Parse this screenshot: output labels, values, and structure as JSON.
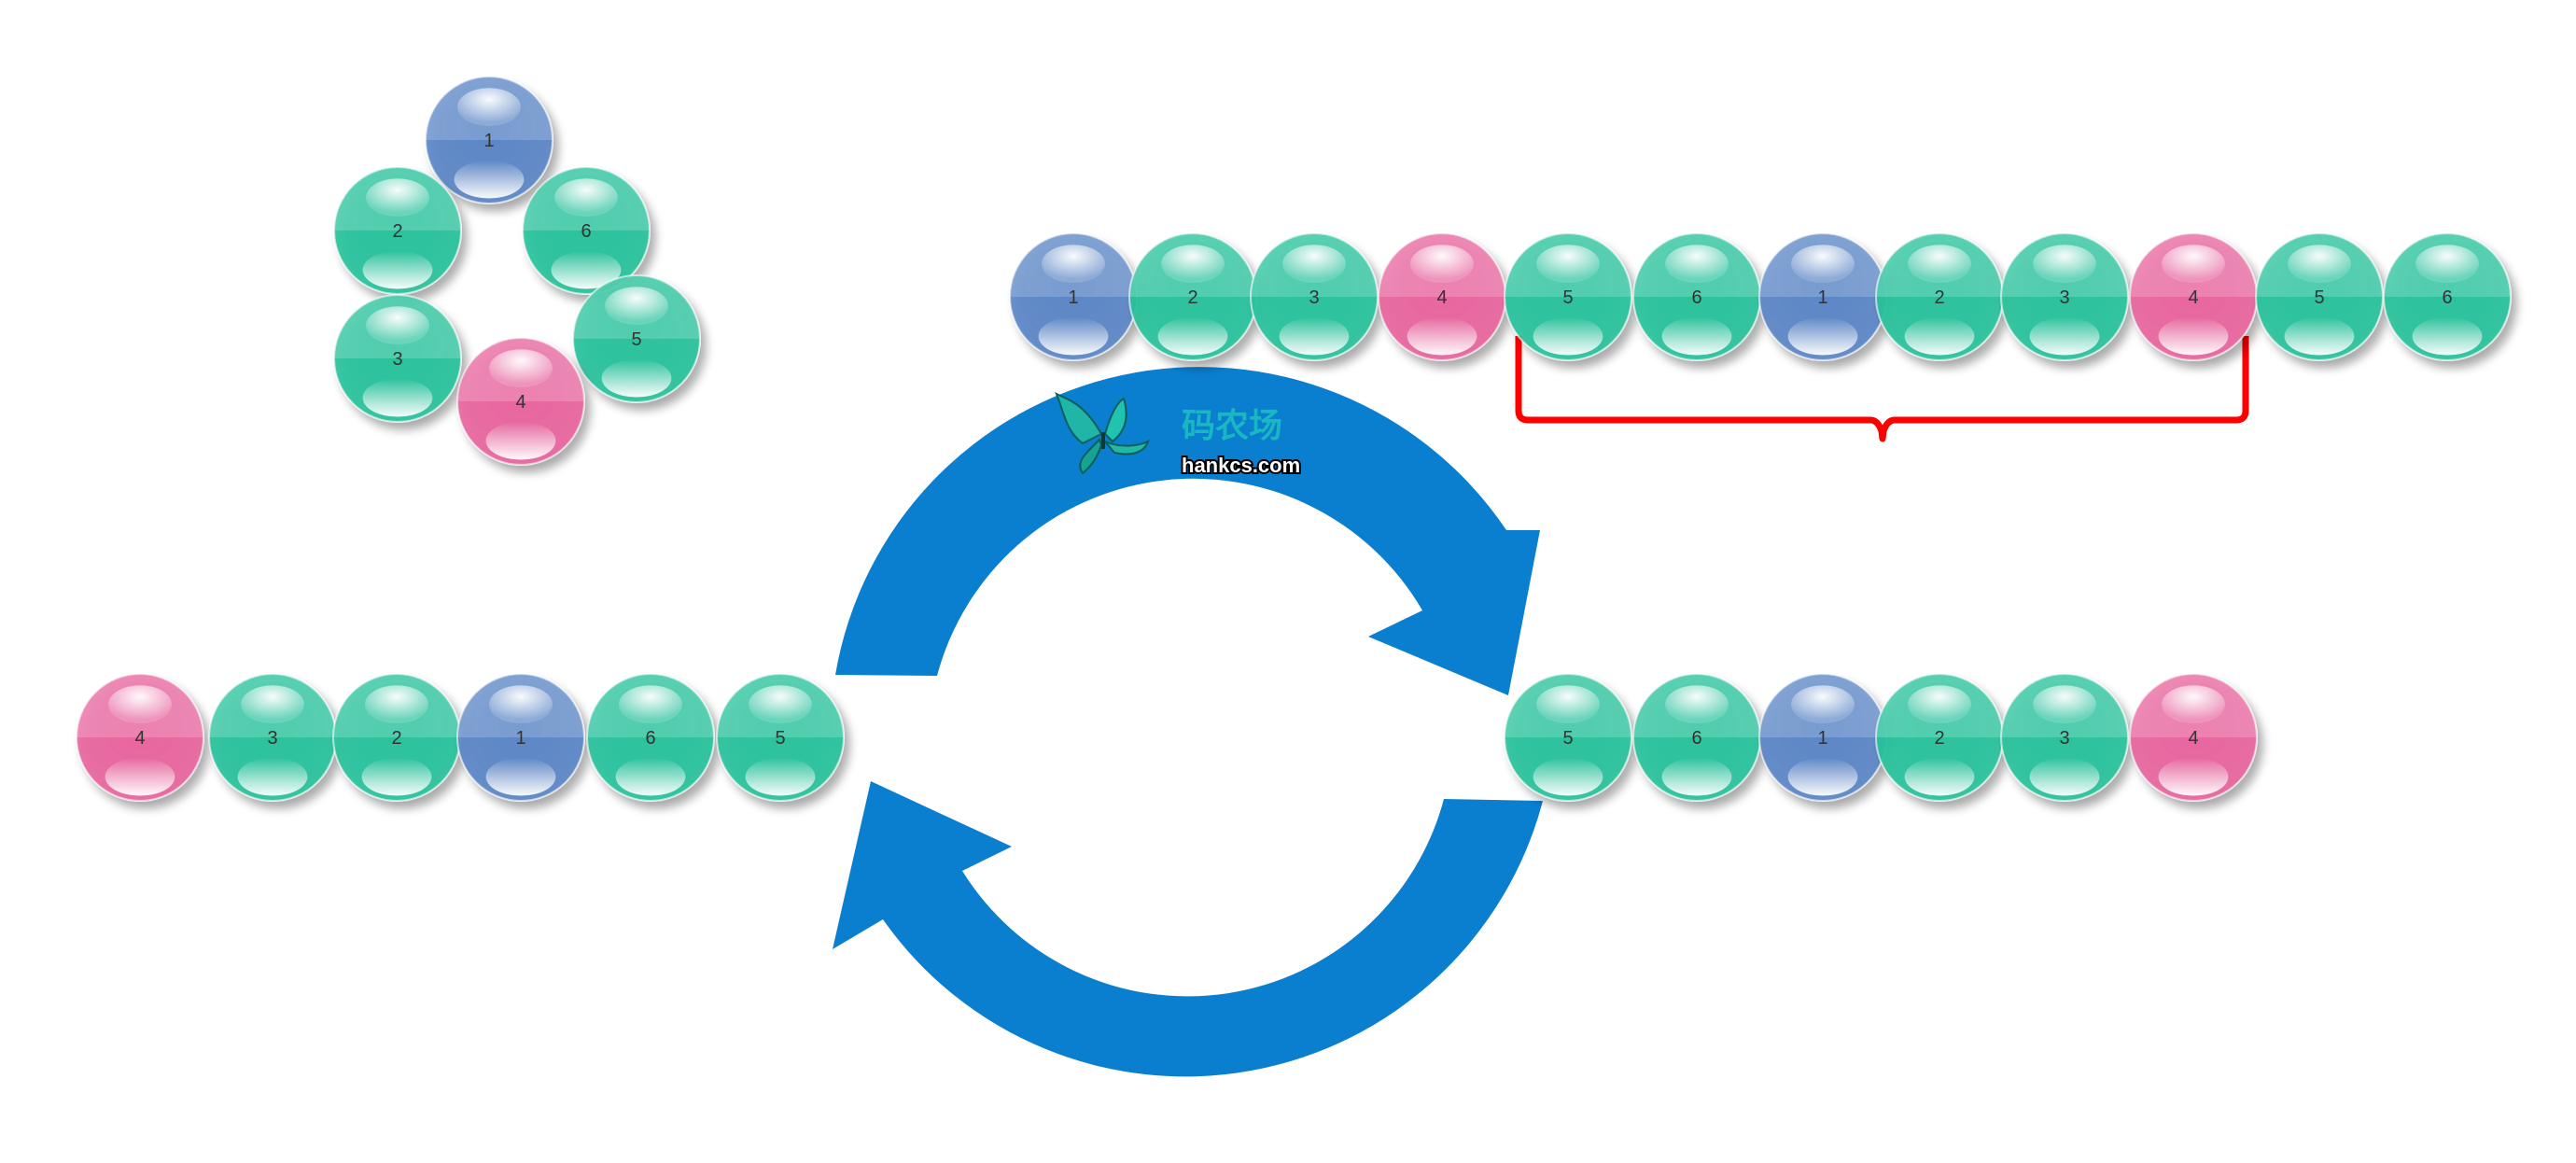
{
  "colors": {
    "blue": "#5b86c6",
    "teal": "#29c29c",
    "pink": "#e8659e",
    "arrow": "#0a7ecf",
    "bracket": "#ff0000",
    "watermark_text": "#19b6c4"
  },
  "ring": {
    "balls": [
      {
        "label": "1",
        "color": "blue"
      },
      {
        "label": "2",
        "color": "teal"
      },
      {
        "label": "6",
        "color": "teal"
      },
      {
        "label": "3",
        "color": "teal"
      },
      {
        "label": "5",
        "color": "teal"
      },
      {
        "label": "4",
        "color": "pink"
      }
    ]
  },
  "doubled_row": {
    "balls": [
      {
        "label": "1",
        "color": "blue"
      },
      {
        "label": "2",
        "color": "teal"
      },
      {
        "label": "3",
        "color": "teal"
      },
      {
        "label": "4",
        "color": "pink"
      },
      {
        "label": "5",
        "color": "teal"
      },
      {
        "label": "6",
        "color": "teal"
      },
      {
        "label": "1",
        "color": "blue"
      },
      {
        "label": "2",
        "color": "teal"
      },
      {
        "label": "3",
        "color": "teal"
      },
      {
        "label": "4",
        "color": "pink"
      },
      {
        "label": "5",
        "color": "teal"
      },
      {
        "label": "6",
        "color": "teal"
      }
    ],
    "bracket_from": 4,
    "bracket_to": 9
  },
  "left_row": {
    "balls": [
      {
        "label": "4",
        "color": "pink"
      },
      {
        "label": "3",
        "color": "teal"
      },
      {
        "label": "2",
        "color": "teal"
      },
      {
        "label": "1",
        "color": "blue"
      },
      {
        "label": "6",
        "color": "teal"
      },
      {
        "label": "5",
        "color": "teal"
      }
    ]
  },
  "right_row": {
    "balls": [
      {
        "label": "5",
        "color": "teal"
      },
      {
        "label": "6",
        "color": "teal"
      },
      {
        "label": "1",
        "color": "blue"
      },
      {
        "label": "2",
        "color": "teal"
      },
      {
        "label": "3",
        "color": "teal"
      },
      {
        "label": "4",
        "color": "pink"
      }
    ]
  },
  "watermark": {
    "title": "码农场",
    "url": "hankcs.com",
    "icon": "butterfly-icon"
  }
}
